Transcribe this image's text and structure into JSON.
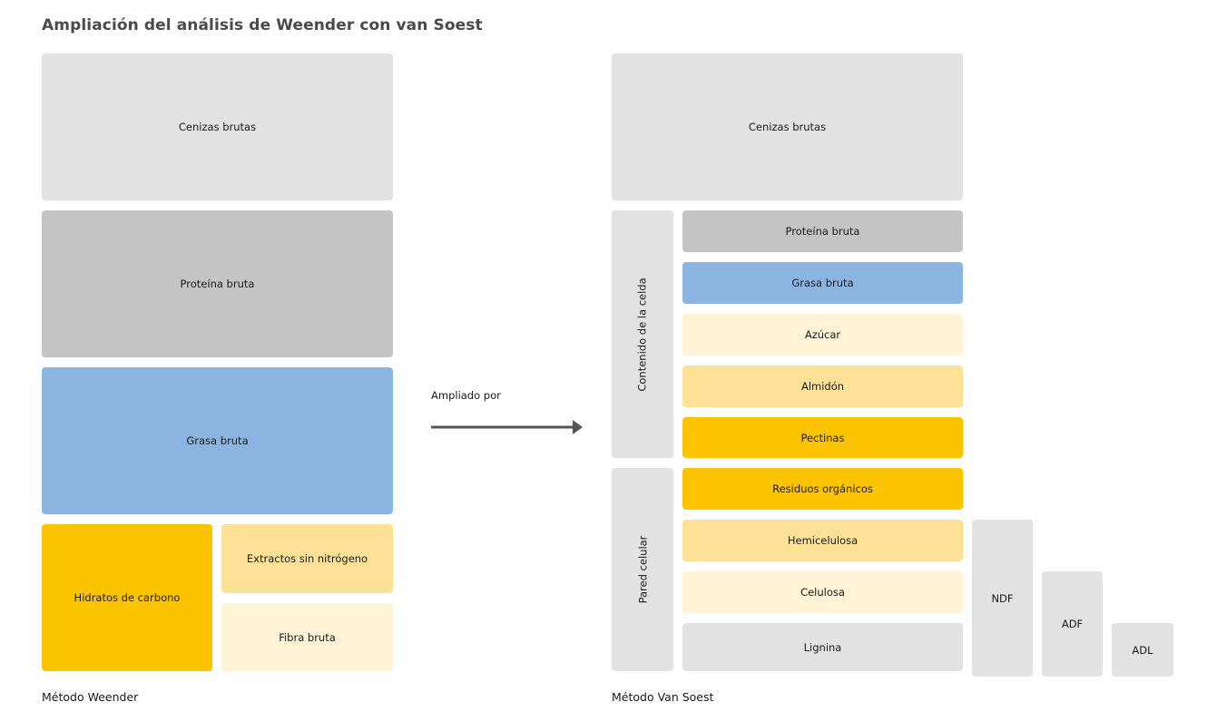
{
  "title": "Ampliación del análisis de Weender con van Soest",
  "weender": {
    "caption": "Método Weender",
    "cenizas": "Cenizas brutas",
    "proteina": "Proteína bruta",
    "grasa": "Grasa bruta",
    "hidratos": "Hidratos de carbono",
    "extractos": "Extractos sin nitrógeno",
    "fibra": "Fibra bruta"
  },
  "arrow": {
    "label": "Ampliado por"
  },
  "vansoest": {
    "caption": "Método Van Soest",
    "cenizas": "Cenizas brutas",
    "contenido": "Contenido de la celda",
    "pared": "Pared celular",
    "proteina": "Proteína bruta",
    "grasa": "Grasa bruta",
    "azucar": "Azúcar",
    "almidon": "Almidón",
    "pectinas": "Pectinas",
    "residuos": "Residuos orgánicos",
    "hemicelulosa": "Hemicelulosa",
    "celulosa": "Celulosa",
    "lignina": "Lignina",
    "ndf": "NDF",
    "adf": "ADF",
    "adl": "ADL"
  },
  "colors": {
    "light_gray": "#e2e2e2",
    "mid_gray": "#c4c4c4",
    "blue": "#8cb4e0",
    "yellow": "#fcc300",
    "light_yellow": "#fde196",
    "pale_yellow": "#fff3d6",
    "arrow": "#555555"
  }
}
